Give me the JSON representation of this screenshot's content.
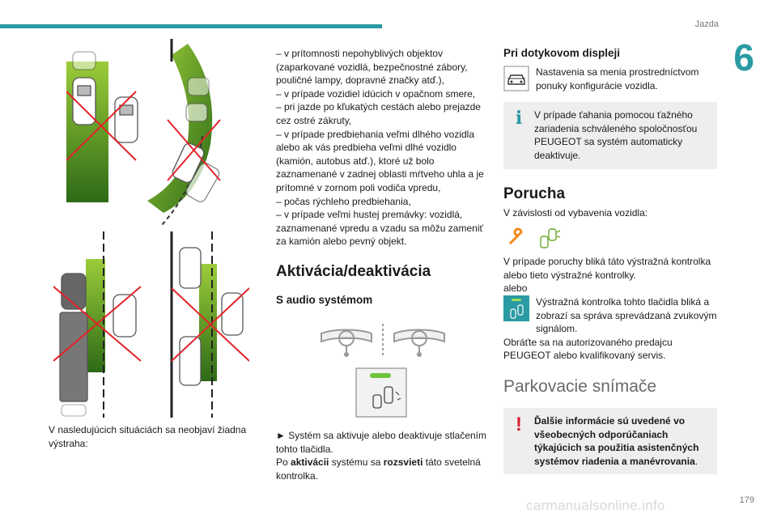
{
  "header": {
    "section": "Jazda",
    "chapter": "6",
    "page": "179"
  },
  "watermark": "carmanualsonline.info",
  "colors": {
    "accent": "#2a9aa3",
    "warn": "#d81e2c",
    "green": "#6aa82a",
    "box": "#eeeeee"
  },
  "left": {
    "caption": "V nasledujúcich situáciách sa neobjaví žiadna výstraha:"
  },
  "middle": {
    "list": [
      "– v prítomnosti nepohyblivých objektov (zaparkované vozidlá, bezpečnostné zábory, pouličné lampy, dopravné značky atď.),",
      "– v prípade vozidiel idúcich v opačnom smere,",
      "– pri jazde po kľukatých cestách alebo prejazde cez ostré zákruty,",
      "– v prípade predbiehania veľmi dlhého vozidla alebo ak vás predbieha veľmi dlhé vozidlo (kamión, autobus atď.), ktoré už bolo zaznamenané v zadnej oblasti mŕtveho uhla a je prítomné v zornom poli vodiča vpredu,",
      "– počas rýchleho predbiehania,",
      "– v prípade veľmi hustej premávky: vozidlá, zaznamenané vpredu a vzadu sa môžu zameniť za kamión alebo pevný objekt."
    ],
    "section_title": "Aktivácia/deaktivácia",
    "sub_title": "S audio systémom",
    "instr_1": "► Systém sa aktivuje alebo deaktivuje stlačením tohto tlačidla.",
    "instr_2a": "Po ",
    "instr_2b": "aktivácii",
    "instr_2c": " systému sa ",
    "instr_2d": "rozsvieti",
    "instr_2e": " táto svetelná kontrolka."
  },
  "right": {
    "touch_title": "Pri dotykovom displeji",
    "touch_text": "Nastavenia sa menia prostredníctvom ponuky konfigurácie vozidla.",
    "info_text": "V prípade ťahania pomocou ťažného zariadenia schváleného spoločnosťou PEUGEOT sa systém automaticky deaktivuje.",
    "fault_title": "Porucha",
    "fault_intro": "V závislosti od vybavenia vozidla:",
    "fault_1": "V prípade poruchy bliká táto výstražná kontrolka alebo tieto výstražné kontrolky.",
    "or": "alebo",
    "fault_2": "Výstražná kontrolka tohto tlačidla bliká a zobrazí sa správa sprevádzaná zvukovým signálom.",
    "fault_3": "Obráťte sa na autorizovaného predajcu PEUGEOT alebo kvalifikovaný servis.",
    "parking_title": "Parkovacie snímače",
    "warn_text": "Ďalšie informácie sú uvedené vo všeobecných odporúčaniach týkajúcich sa použitia asistenčných systémov riadenia a manévrovania",
    "warn_dot": "."
  }
}
